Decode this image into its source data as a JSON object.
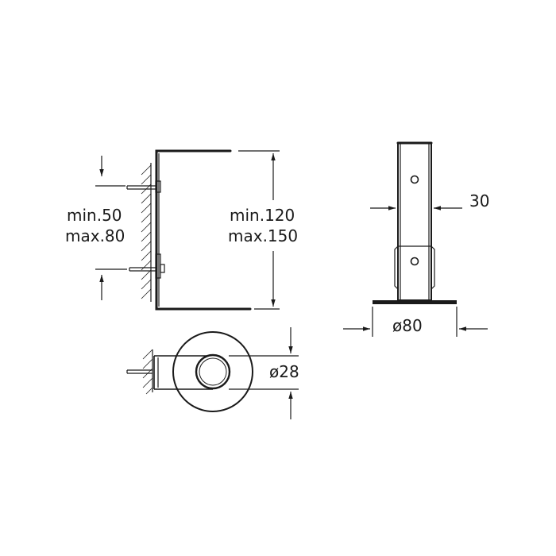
{
  "side_view": {
    "wall_spacing": {
      "line1": "min.50",
      "line2": "max.80"
    },
    "projection": {
      "line1": "min.120",
      "line2": "max.150"
    }
  },
  "front_view": {
    "tube_width": "30",
    "base_diameter": "ø80"
  },
  "top_view": {
    "ring_diameter": "ø28"
  },
  "colors": {
    "line": "#1a1a1a",
    "background": "#ffffff"
  }
}
